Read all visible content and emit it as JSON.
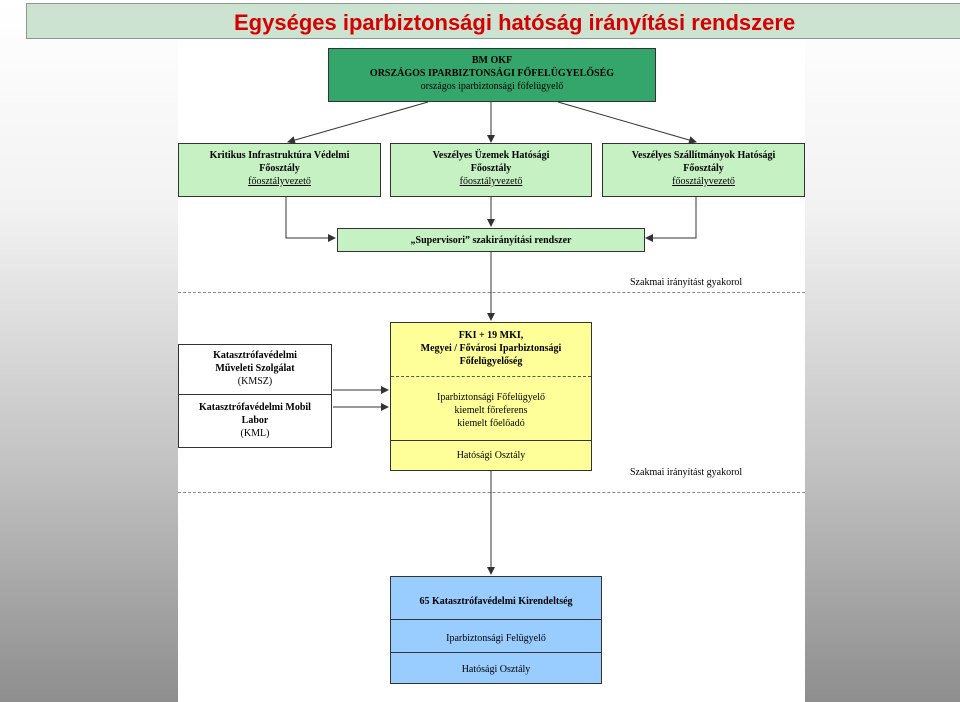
{
  "title": "Egységes iparbiztonsági hatóság irányítási rendszere",
  "top_box": {
    "line1": "BM OKF",
    "line2": "ORSZÁGOS IPARBIZTONSÁGI FŐFELÜGYELŐSÉG",
    "line3": "országos iparbiztonsági főfelügyelő"
  },
  "departments": [
    {
      "line1": "Kritikus Infrastruktúra Védelmi",
      "line2": "Főosztály",
      "line3": "főosztályvezető"
    },
    {
      "line1": "Veszélyes Üzemek Hatósági",
      "line2": "Főosztály",
      "line3": "főosztályvezető"
    },
    {
      "line1": "Veszélyes Szállítmányok Hatósági",
      "line2": "Főosztály",
      "line3": "főosztályvezető"
    }
  ],
  "supervisory": "„Supervisori” szakirányítási rendszer",
  "annotation": "Szakmai irányítást gyakorol",
  "left_box": {
    "upper": [
      "Katasztrófavédelmi",
      "Műveleti Szolgálat",
      "(KMSZ)"
    ],
    "lower": [
      "Katasztrófavédelmi Mobil",
      "Labor",
      "(KML)"
    ]
  },
  "middle_box": {
    "header": [
      "FKI + 19 MKI,",
      "Megyei / Fővárosi Iparbiztonsági",
      "Főfelügyelőség"
    ],
    "roles": [
      "Iparbiztonsági Főfelügyelő",
      "kiemelt főreferens",
      "kiemelt főelőadó"
    ],
    "footer": "Hatósági Osztály"
  },
  "bottom_box": {
    "header": "65 Katasztrófavédelmi Kirendeltség",
    "role": "Iparbiztonsági Felügyelő",
    "footer": "Hatósági Osztály"
  },
  "colors": {
    "title": "#d50000",
    "title_bar": "#cde3d2",
    "top_box": "#34a66b",
    "department": "#c6f2c3",
    "middle": "#ffff99",
    "bottom": "#99ccff"
  }
}
